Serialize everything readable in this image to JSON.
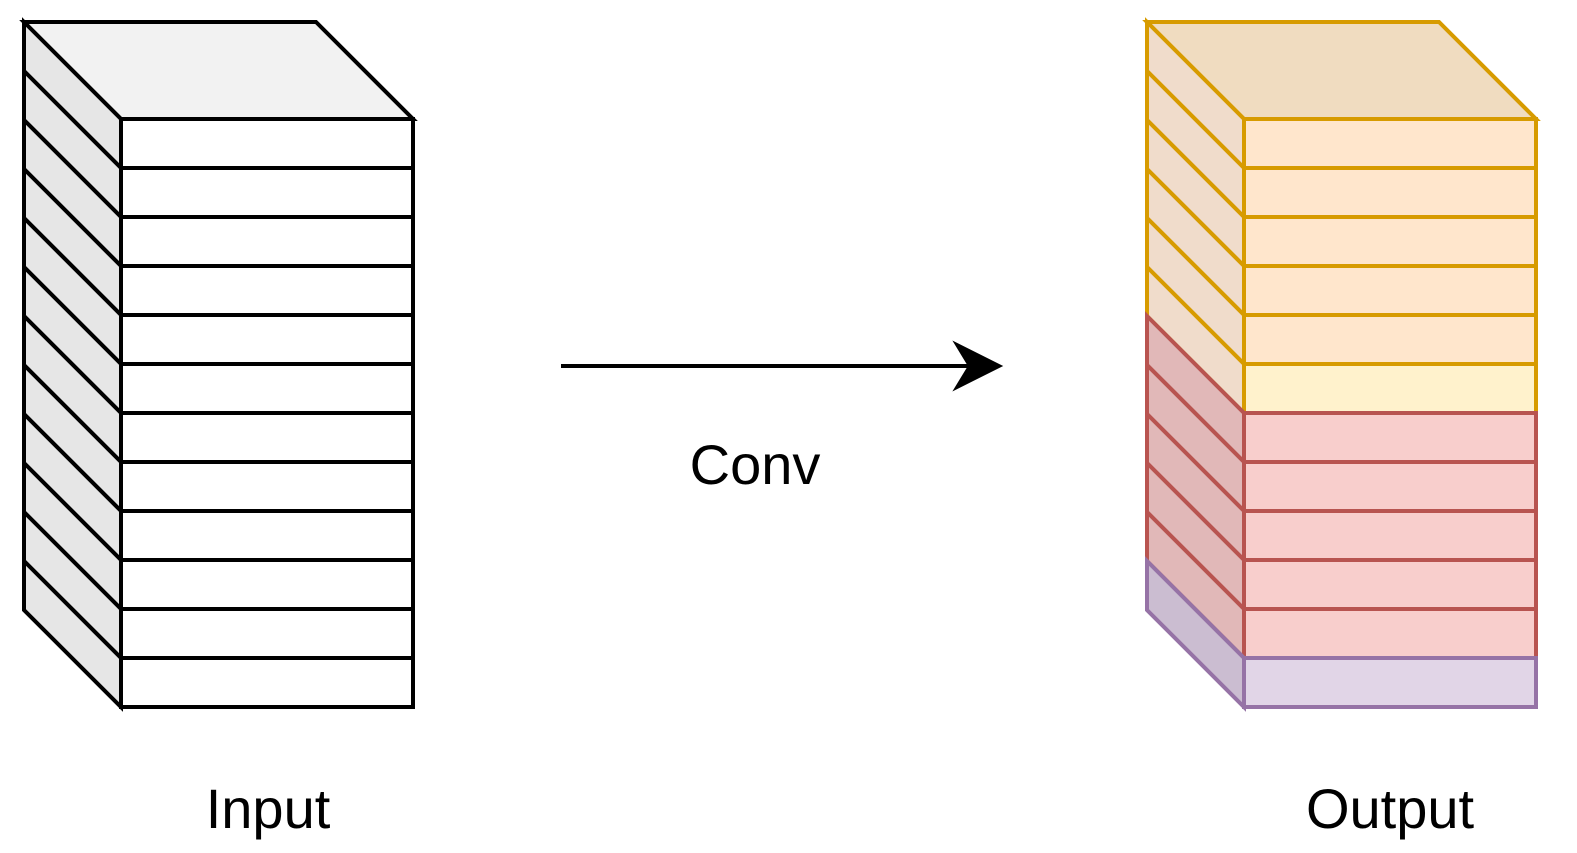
{
  "labels": {
    "input": "Input",
    "operation": "Conv",
    "output": "Output"
  },
  "input_block": {
    "layers": 12,
    "stroke": "#000000",
    "front_fill": "#ffffff",
    "side_fill": "#e6e6e6",
    "top_fill": "#f2f2f2"
  },
  "output_block": {
    "layers": 12,
    "groups": [
      {
        "name": "yellow",
        "layer_from": 0,
        "layer_to": 5,
        "fill": "#ffe6cc",
        "side_fill": "#f0dccb",
        "stroke": "#d79b00"
      },
      {
        "name": "red",
        "layer_from": 6,
        "layer_to": 10,
        "fill": "#f8cecc",
        "side_fill": "#e1b8b8",
        "stroke": "#b85450"
      },
      {
        "name": "purple",
        "layer_from": 11,
        "layer_to": 11,
        "fill": "#e1d5e7",
        "side_fill": "#cbbdd1",
        "stroke": "#9673a6"
      }
    ],
    "overlap_fill": "#fff2cc"
  },
  "arrow": {
    "color": "#000000"
  }
}
